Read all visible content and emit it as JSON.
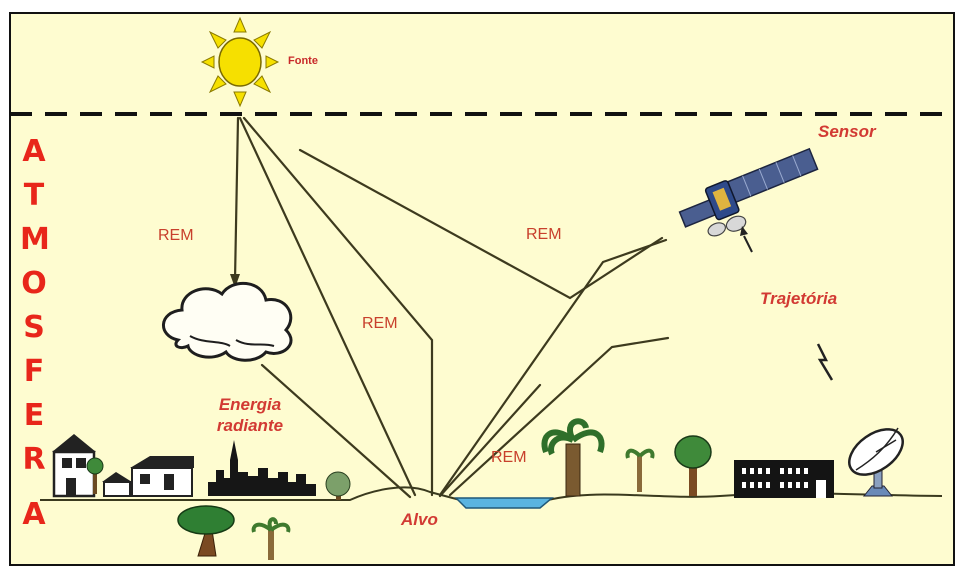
{
  "labels": {
    "fonte": "Fonte",
    "sensor": "Sensor",
    "trajetoria": "Trajetória",
    "energia_line1": "Energia",
    "energia_line2": "radiante",
    "alvo": "Alvo",
    "rem1": "REM",
    "rem2": "REM",
    "rem3": "REM",
    "rem4": "REM"
  },
  "atmosfera": [
    "A",
    "T",
    "M",
    "O",
    "S",
    "F",
    "E",
    "R",
    "A"
  ],
  "colors": {
    "background": "#fefcd0",
    "atmosfera_text": "#e8261a",
    "label_red": "#d23a33",
    "sun": "#f6e000",
    "water": "#5ab4e0"
  }
}
